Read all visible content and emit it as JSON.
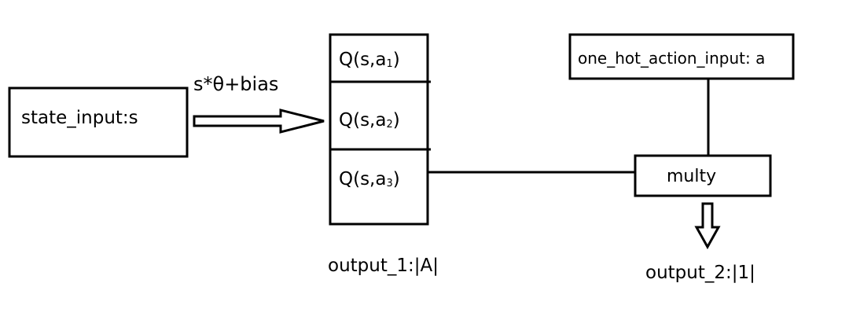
{
  "state_box": {
    "label": "state_input:s"
  },
  "arrow": {
    "label": "s*θ+bias"
  },
  "q_table": {
    "prefix": "Q(s,a",
    "rows": [
      {
        "sub": "1"
      },
      {
        "sub": "2"
      },
      {
        "sub": "3"
      }
    ],
    "suffix": ")"
  },
  "action_box": {
    "label": "one_hot_action_input: a"
  },
  "multy_box": {
    "label": "multy"
  },
  "output_1": {
    "label": "output_1:|A|"
  },
  "output_2": {
    "label": "output_2:|1|"
  }
}
